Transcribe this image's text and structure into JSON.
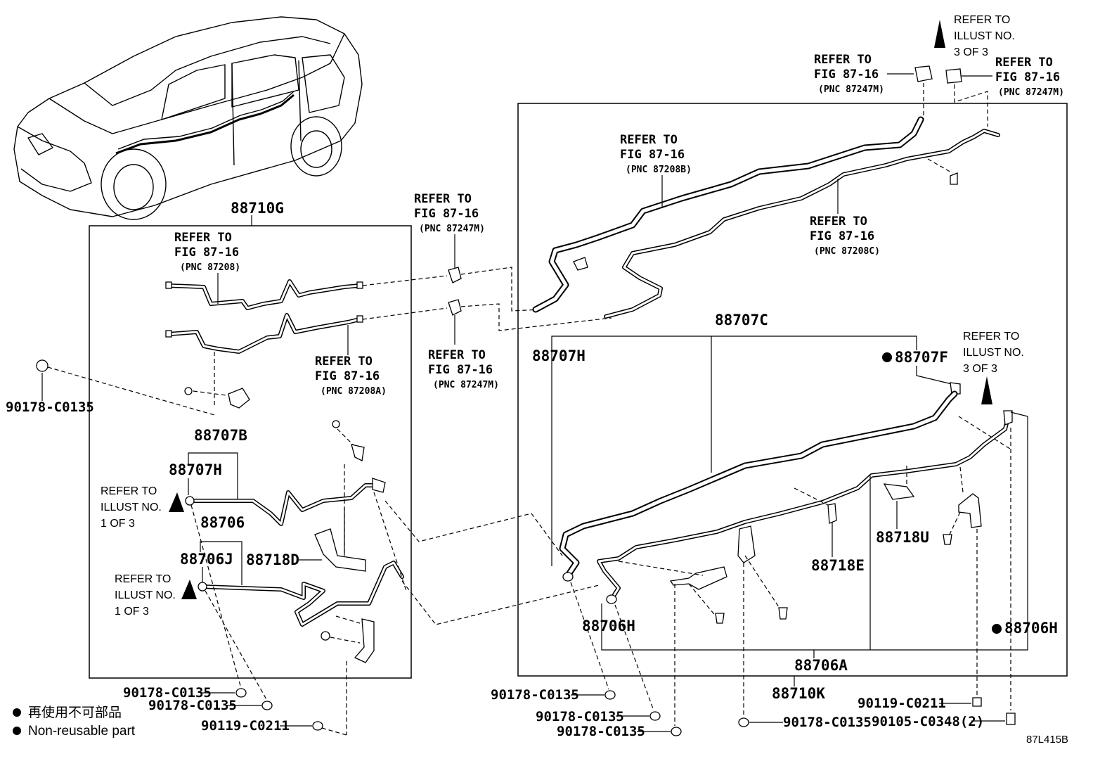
{
  "diagram_code": "87L415B",
  "groups": {
    "left_assembly": "88710G",
    "right_assembly": "88710K",
    "right_upper": "88707C",
    "right_lower": "88706A"
  },
  "parts": {
    "p88707B": "88707B",
    "p88707H_left": "88707H",
    "p88706": "88706",
    "p88706J": "88706J",
    "p88718D": "88718D",
    "p88707H_right": "88707H",
    "p88707F": "88707F",
    "p88718E": "88718E",
    "p88718U": "88718U",
    "p88706H_left": "88706H",
    "p88706H_right": "88706H"
  },
  "fasteners": {
    "f1": "90178-C0135",
    "f2": "90178-C0135",
    "f3": "90178-C0135",
    "f4": "90119-C0211",
    "f5": "90178-C0135",
    "f6": "90178-C0135",
    "f7": "90178-C0135",
    "f8": "90178-C0135",
    "f9": "90119-C0211",
    "f10": "90105-C0348(2)"
  },
  "refs": {
    "r_pnc87208": {
      "l1": "REFER TO",
      "l2": "FIG 87-16",
      "l3": "(PNC 87208)"
    },
    "r_pnc87208a": {
      "l1": "REFER TO",
      "l2": "FIG 87-16",
      "l3": "(PNC 87208A)"
    },
    "r_mid_top": {
      "l1": "REFER TO",
      "l2": "FIG 87-16",
      "l3": "(PNC 87247M)"
    },
    "r_mid_bot": {
      "l1": "REFER TO",
      "l2": "FIG 87-16",
      "l3": "(PNC 87247M)"
    },
    "r_pnc87208b": {
      "l1": "REFER TO",
      "l2": "FIG 87-16",
      "l3": "(PNC 87208B)"
    },
    "r_pnc87208c": {
      "l1": "REFER TO",
      "l2": "FIG 87-16",
      "l3": "(PNC 87208C)"
    },
    "r_top_left": {
      "l1": "REFER TO",
      "l2": "FIG 87-16",
      "l3": "(PNC 87247M)"
    },
    "r_top_right": {
      "l1": "REFER TO",
      "l2": "FIG 87-16",
      "l3": "(PNC 87247M)"
    }
  },
  "illust_refs": {
    "top": {
      "l1": "REFER TO",
      "l2": "ILLUST NO.",
      "l3": "3 OF 3"
    },
    "right_mid": {
      "l1": "REFER TO",
      "l2": "ILLUST NO.",
      "l3": "3 OF 3"
    },
    "left_a": {
      "l1": "REFER TO",
      "l2": "ILLUST NO.",
      "l3": "1 OF 3"
    },
    "left_b": {
      "l1": "REFER TO",
      "l2": "ILLUST NO.",
      "l3": "1 OF 3"
    }
  },
  "legend": {
    "japanese": "再使用不可部品",
    "english": "Non-reusable part"
  }
}
